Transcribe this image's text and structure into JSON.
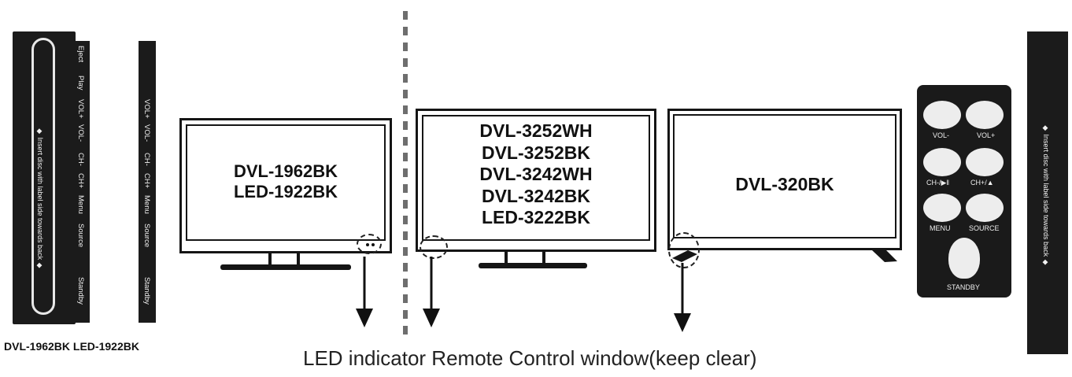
{
  "left_panel": {
    "slot_text": "◆ Insert disc with label side towards back ◆",
    "strip1_buttons": [
      "Eject",
      "Play",
      "VOL+",
      "VOL-",
      "CH-",
      "CH+",
      "Menu",
      "Source",
      "Standby"
    ],
    "strip2_buttons": [
      "VOL+",
      "VOL-",
      "CH-",
      "CH+",
      "Menu",
      "Source",
      "Standby"
    ],
    "caption": "DVL-1962BK LED-1922BK"
  },
  "tv1": {
    "models": [
      "DVL-1962BK",
      "LED-1922BK"
    ]
  },
  "tv2": {
    "models": [
      "DVL-3252WH",
      "DVL-3252BK",
      "DVL-3242WH",
      "DVL-3242BK",
      "LED-3222BK"
    ]
  },
  "tv3": {
    "models": [
      "DVL-320BK"
    ]
  },
  "remote": {
    "buttons": [
      "VOL-",
      "VOL+",
      "CH-/▶‖",
      "CH+/▲",
      "MENU",
      "SOURCE",
      "STANDBY"
    ]
  },
  "right_panel": {
    "text": "◆ Insert disc with label side towards back ◆"
  },
  "bottom_caption": "LED indicator Remote Control window(keep clear)"
}
